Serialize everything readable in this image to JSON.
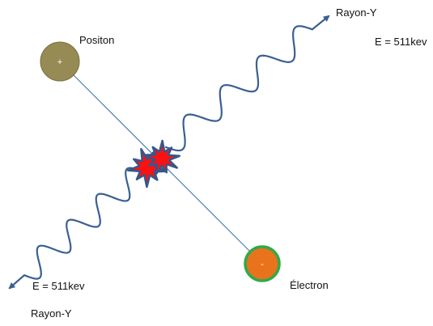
{
  "labels": {
    "positron": "Positon",
    "electron": "Électron",
    "gamma_top": "Rayon-Y",
    "gamma_bottom": "Rayon-Y",
    "energy_top": "E = 511kev",
    "energy_bottom": "E = 511kev"
  },
  "particles": {
    "positron_sign": "+",
    "electron_sign": "-"
  },
  "colors": {
    "positron_fill": "#968b54",
    "positron_stroke": "#7a7040",
    "electron_fill": "#e8731c",
    "electron_stroke": "#2eab48",
    "path_line": "#4f7fb5",
    "wave": "#3a5f93",
    "burst_fill": "#ff1010",
    "burst_stroke": "#35578c"
  }
}
